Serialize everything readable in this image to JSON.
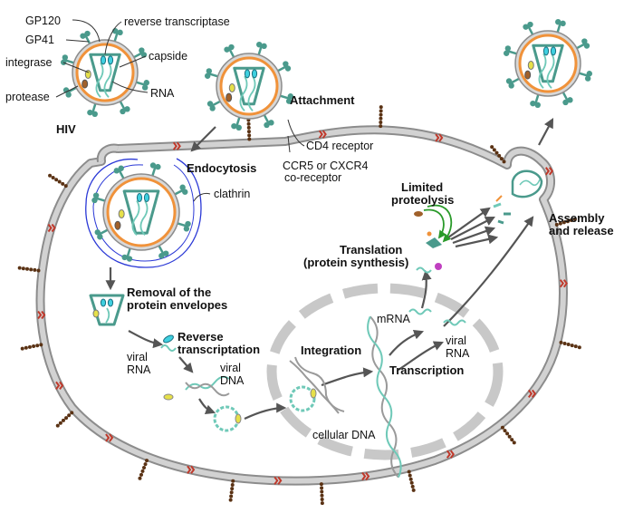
{
  "virion_labels": {
    "gp120": "GP120",
    "gp41": "GP41",
    "integrase": "integrase",
    "protease": "protease",
    "reverse_transcriptase": "reverse transcriptase",
    "capside": "capside",
    "rna": "RNA",
    "hiv": "HIV"
  },
  "stages": {
    "attachment": "Attachment",
    "endocytosis": "Endocytosis",
    "removal_line1": "Removal of the",
    "removal_line2": "protein envelopes",
    "reverse_line1": "Reverse",
    "reverse_line2": "transcriptation",
    "integration": "Integration",
    "transcription": "Transcription",
    "translation_line1": "Translation",
    "translation_line2": "(protein synthesis)",
    "proteolysis_line1": "Limited",
    "proteolysis_line2": "proteolysis",
    "assembly_line1": "Assembly",
    "assembly_line2": "and release"
  },
  "receptors": {
    "cd4": "CD4 receptor",
    "ccr5_line1": "CCR5 or CXCR4",
    "ccr5_line2": "co-receptor",
    "clathrin": "clathrin"
  },
  "molecules": {
    "viral_rna_1_line1": "viral",
    "viral_rna_1_line2": "RNA",
    "viral_dna_line1": "viral",
    "viral_dna_line2": "DNA",
    "cellular_dna": "cellular DNA",
    "mrna": "mRNA",
    "viral_rna_2_line1": "viral",
    "viral_rna_2_line2": "RNA"
  },
  "colors": {
    "membrane": "#c8c8c8",
    "membrane_edge": "#8c8c8c",
    "envelope_orange": "#f0923a",
    "capsid_teal": "#4a9a8c",
    "rna_teal": "#6fc9b8",
    "receptor_red": "#c0392b",
    "coreceptor_brown": "#5a3214",
    "clathrin_blue": "#2a38d6",
    "arrow": "#555555",
    "dna_gray": "#9a9a9a",
    "integrase_yellow": "#e6e04a",
    "protease_brown": "#a0602a",
    "rt_cyan": "#3fd0e0",
    "magenta": "#c040c0",
    "green_arrow": "#2a9a2a"
  }
}
